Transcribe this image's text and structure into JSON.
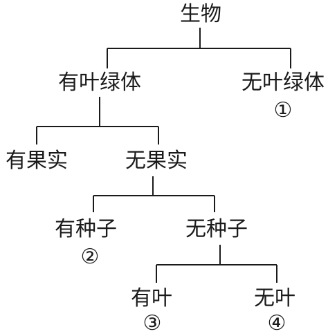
{
  "diagram": {
    "root": "生物",
    "branch1_left": "有叶绿体",
    "branch1_right": "无叶绿体",
    "mark_1": "①",
    "branch2_left": "有果实",
    "branch2_right": "无果实",
    "branch3_left": "有种子",
    "mark_2": "②",
    "branch3_right": "无种子",
    "branch4_left": "有叶",
    "mark_3": "③",
    "branch4_right": "无叶",
    "mark_4": "④"
  }
}
